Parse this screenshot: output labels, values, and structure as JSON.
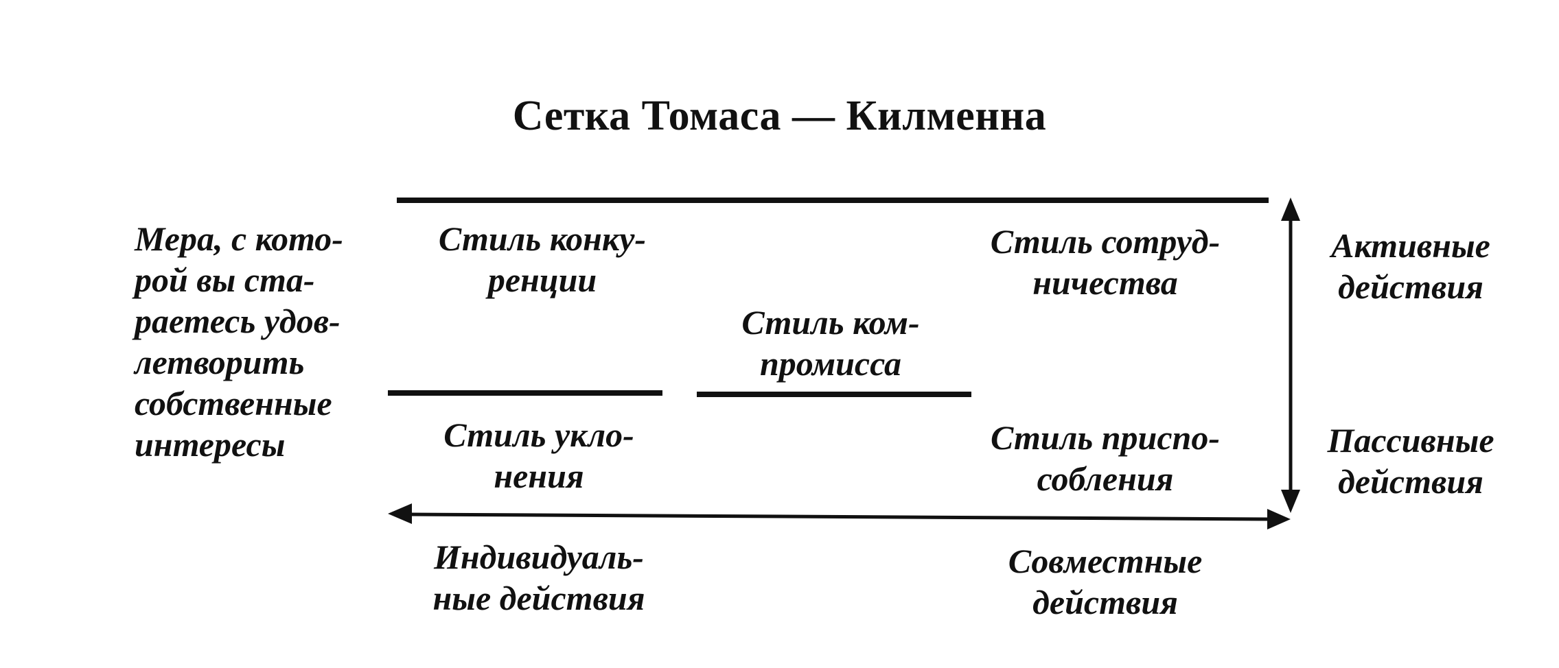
{
  "title": "Сетка Томаса — Килменна",
  "y_axis_label": [
    "Мера, с кото-",
    "рой вы ста-",
    "раетесь удов-",
    "летворить",
    "собственные",
    "интересы"
  ],
  "styles": {
    "competition": [
      "Стиль конку-",
      "ренции"
    ],
    "collaboration": [
      "Стиль сотруд-",
      "ничества"
    ],
    "compromise": [
      "Стиль ком-",
      "промисса"
    ],
    "avoidance": [
      "Стиль укло-",
      "нения"
    ],
    "accommodation": [
      "Стиль приспо-",
      "собления"
    ]
  },
  "vertical_axis": {
    "top_label": [
      "Активные",
      "действия"
    ],
    "bottom_label": [
      "Пассивные",
      "действия"
    ]
  },
  "horizontal_axis": {
    "left_label": [
      "Индивидуаль-",
      "ные действия"
    ],
    "right_label": [
      "Совместные",
      "действия"
    ]
  }
}
